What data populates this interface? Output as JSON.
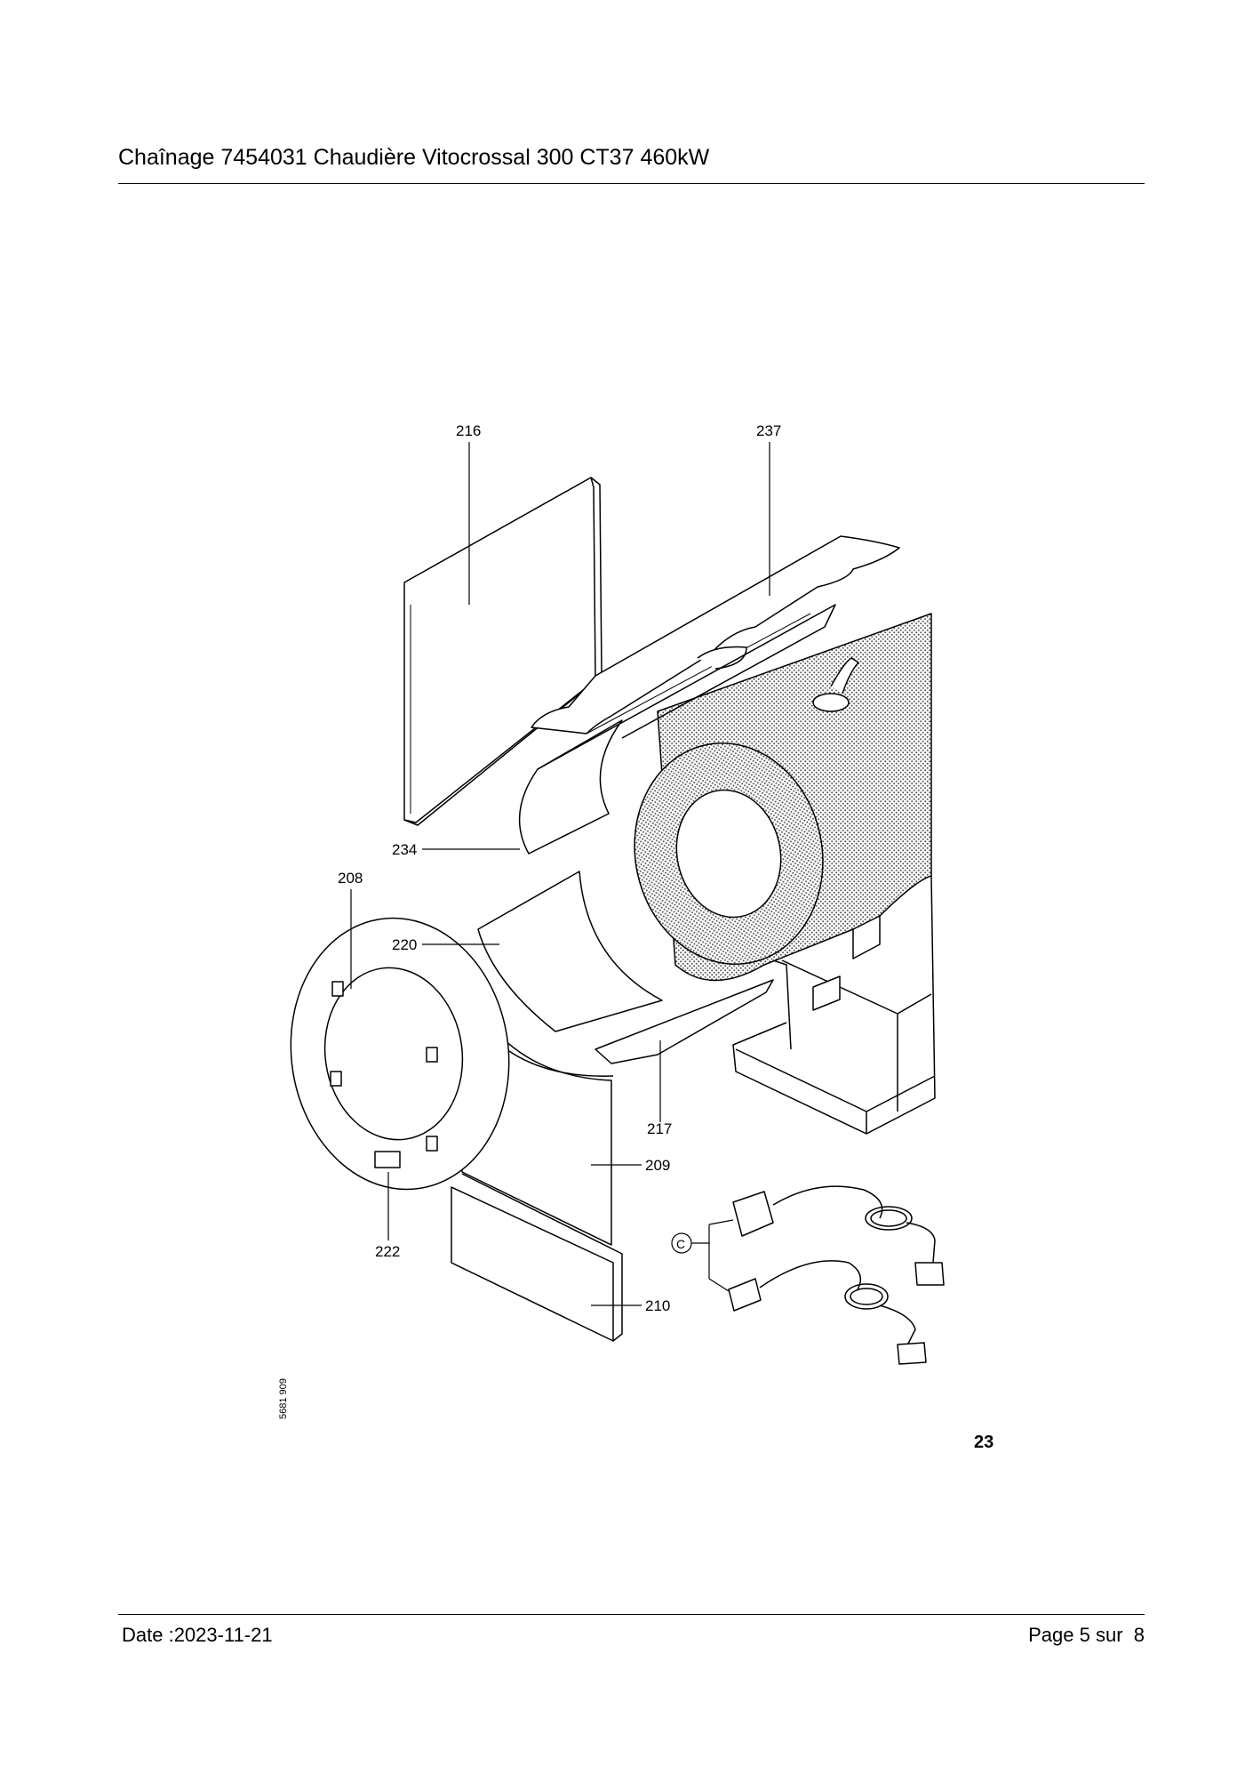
{
  "header": {
    "title": "Chaînage 7454031 Chaudière Vitocrossal 300 CT37 460kW"
  },
  "diagram": {
    "callouts": [
      "216",
      "237",
      "234",
      "208",
      "220",
      "217",
      "209",
      "222",
      "210"
    ],
    "connector_marker": "C",
    "figure_number": "23",
    "drawing_id": "5681 909"
  },
  "footer": {
    "date": "Date :2023-11-21",
    "page": "Page 5 sur  8"
  }
}
